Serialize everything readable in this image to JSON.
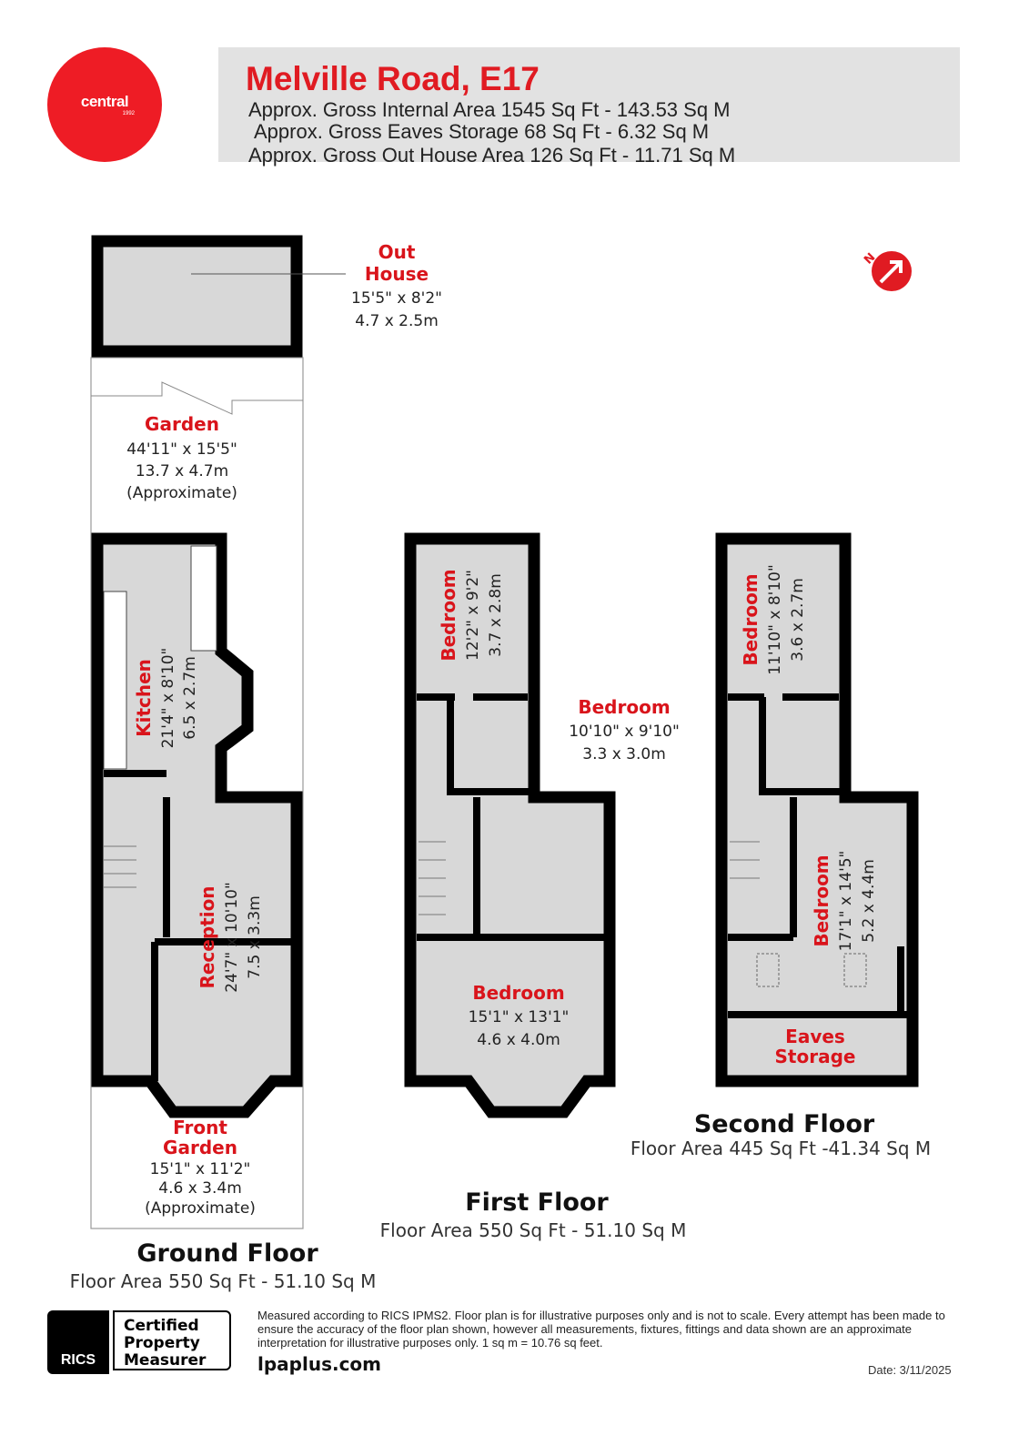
{
  "brand": {
    "logo_text": "central",
    "logo_year": "1992",
    "accent": "#ee1c25"
  },
  "header": {
    "title": "Melville Road, E17",
    "lines": [
      "Approx. Gross Internal Area 1545 Sq Ft - 143.53 Sq M",
      "Approx. Gross Eaves Storage 68 Sq Ft - 6.32 Sq M",
      "Approx. Gross Out House Area 126 Sq Ft - 11.71 Sq M"
    ]
  },
  "compass": {
    "label": "N",
    "icon": "north-arrow-icon"
  },
  "rooms": {
    "outhouse": {
      "name1": "Out",
      "name2": "House",
      "imperial": "15'5\" x 8'2\"",
      "metric": "4.7 x 2.5m"
    },
    "garden": {
      "name": "Garden",
      "imperial": "44'11\" x 15'5\"",
      "metric": "13.7 x 4.7m",
      "note": "(Approximate)"
    },
    "kitchen": {
      "name": "Kitchen",
      "imperial": "21'4\" x 8'10\"",
      "metric": "6.5 x 2.7m"
    },
    "reception": {
      "name": "Reception",
      "imperial": "24'7\" x 10'10\"",
      "metric": "7.5 x 3.3m"
    },
    "front_garden": {
      "name1": "Front",
      "name2": "Garden",
      "imperial": "15'1\" x 11'2\"",
      "metric": "4.6 x 3.4m",
      "note": "(Approximate)"
    },
    "ff_bedroom_rear": {
      "name": "Bedroom",
      "imperial": "12'2\" x 9'2\"",
      "metric": "3.7 x 2.8m"
    },
    "ff_bedroom_mid": {
      "name": "Bedroom",
      "imperial": "10'10\" x 9'10\"",
      "metric": "3.3 x 3.0m"
    },
    "ff_bedroom_front": {
      "name": "Bedroom",
      "imperial": "15'1\" x 13'1\"",
      "metric": "4.6 x 4.0m"
    },
    "sf_bedroom_rear": {
      "name": "Bedroom",
      "imperial": "11'10\" x 8'10\"",
      "metric": "3.6 x 2.7m"
    },
    "sf_bedroom_main": {
      "name": "Bedroom",
      "imperial": "17'1\" x 14'5\"",
      "metric": "5.2 x 4.4m"
    },
    "eaves": {
      "name1": "Eaves",
      "name2": "Storage"
    }
  },
  "floors": {
    "ground": {
      "title": "Ground Floor",
      "area": "Floor Area 550 Sq Ft - 51.10 Sq M"
    },
    "first": {
      "title": "First Floor",
      "area": "Floor Area 550 Sq Ft - 51.10 Sq M"
    },
    "second": {
      "title": "Second Floor",
      "area": "Floor Area 445 Sq Ft -41.34 Sq M"
    }
  },
  "footer": {
    "badge_rics": "RICS",
    "badge_lines": [
      "Certified",
      "Property",
      "Measurer"
    ],
    "disclaimer": "Measured according to RICS IPMS2. Floor plan is for illustrative purposes only and is not to scale. Every attempt has been made to ensure the accuracy of the floor plan shown, however all measurements, fixtures, fittings and data shown are an approximate interpretation for illustrative purposes only. 1 sq m = 10.76 sq feet.",
    "website": "lpaplus.com",
    "date": "Date: 3/11/2025"
  }
}
